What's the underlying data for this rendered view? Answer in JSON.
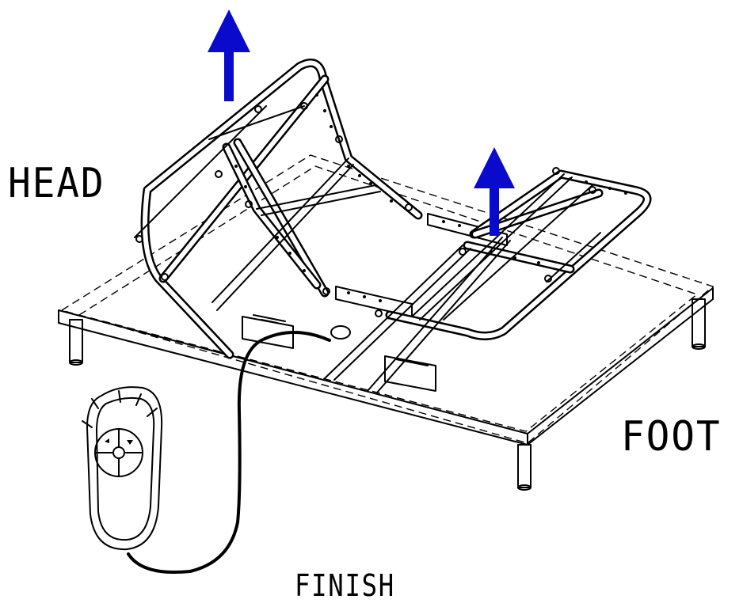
{
  "labels": {
    "head": "HEAD",
    "foot": "FOOT",
    "finish": "FINISH"
  },
  "colors": {
    "arrow": "#0a0acc",
    "line": "#000000",
    "background": "#ffffff"
  },
  "icons": {
    "arrow_head_section": "up-arrow-icon",
    "arrow_foot_section": "up-arrow-icon",
    "remote": "remote-control-icon"
  }
}
